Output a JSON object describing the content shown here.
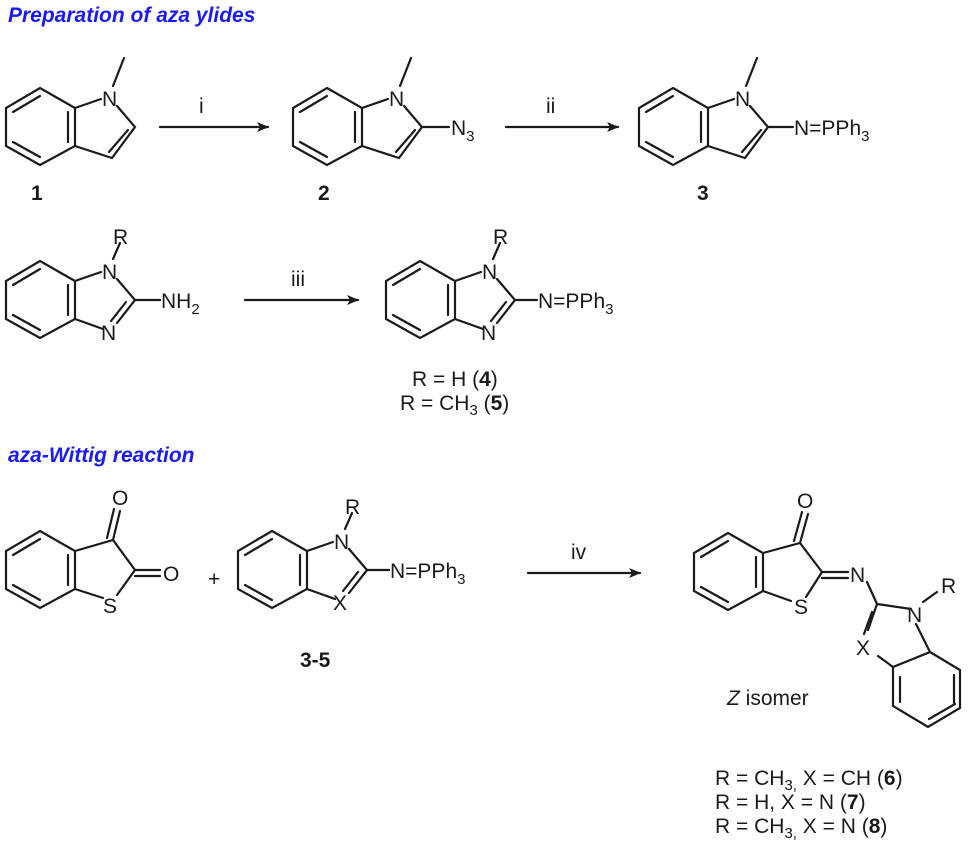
{
  "titles": {
    "preparation": "Preparation of aza ylides",
    "aza_wittig": "aza-Wittig reaction"
  },
  "title_color": "#1a1aff",
  "reagents": {
    "r1": "i",
    "r2": "ii",
    "r3": "iii",
    "r4": "iv"
  },
  "compounds": {
    "c1": "1",
    "c2": "2",
    "c3": "3",
    "c35": "3-5"
  },
  "atoms": {
    "N": "N",
    "R": "R",
    "O": "O",
    "S": "S",
    "X": "X",
    "N3_main": "N",
    "N3_sub": "3",
    "NH2_main": "NH",
    "NH2_sub": "2",
    "ylide_main": "N=PPh",
    "ylide_sub": "3",
    "imine_N": "N"
  },
  "plus": "+",
  "isomer": {
    "italic": "Z",
    "text": " isomer"
  },
  "legend_45": [
    {
      "pre": "R = H (",
      "num": "4",
      "post": ")"
    },
    {
      "pre": "R = CH",
      "sub": "3",
      "post0": " (",
      "num": "5",
      "post": ")"
    }
  ],
  "legend_678": [
    {
      "pre": "R = CH",
      "sub": "3,",
      "mid": " X = CH (",
      "num": "6",
      "post": ")"
    },
    {
      "pre": "R = H, X = N (",
      "num": "7",
      "post": ")"
    },
    {
      "pre": "R = CH",
      "sub": "3,",
      "mid": " X = N (",
      "num": "8",
      "post": ")"
    }
  ]
}
